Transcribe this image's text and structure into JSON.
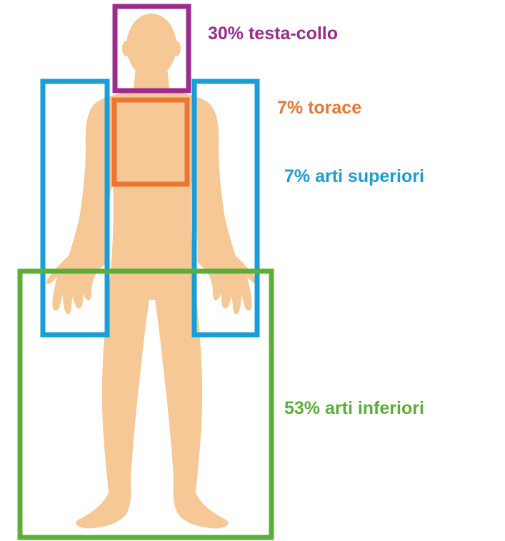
{
  "colors": {
    "skin": "#F5C895",
    "head_neck": "#9B2C8E",
    "chest": "#ED7533",
    "upper_limbs": "#1B9ED8",
    "lower_limbs": "#5BAF36"
  },
  "regions": [
    {
      "id": "head_neck",
      "label": "30% testa-collo",
      "color": "#9B2C8E"
    },
    {
      "id": "chest",
      "label": "7% torace",
      "color": "#ED7533"
    },
    {
      "id": "upper_limbs",
      "label": "7% arti superiori",
      "color": "#1B9ED8"
    },
    {
      "id": "lower_limbs",
      "label": "53% arti inferiori",
      "color": "#5BAF36"
    }
  ]
}
